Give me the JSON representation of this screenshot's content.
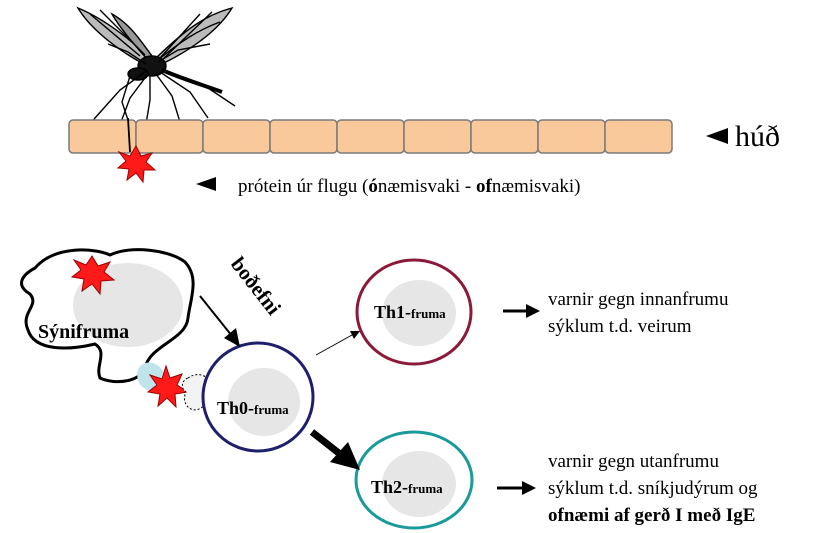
{
  "labels": {
    "skin": "húð",
    "protein_prefix": "prótein úr flugu (",
    "protein_bold1": "ó",
    "protein_mid1": "næmisvaki - ",
    "protein_bold2": "of",
    "protein_mid2": "næmisvaki)",
    "signal": "boðefni",
    "apc": "Sýnifruma",
    "th0_main": "Th0-",
    "th0_sub": "fruma",
    "th1_main": "Th1-",
    "th1_sub": "fruma",
    "th2_main": "Th2-",
    "th2_sub": "fruma"
  },
  "descriptions": {
    "th1_line1": "varnir gegn innanfrumu",
    "th1_line2": "sýklum t.d. veirum",
    "th2_line1": "varnir gegn utanfrumu",
    "th2_line2": "sýklum t.d. sníkjudýrum og",
    "th2_line3": "ofnæmi af gerð I með IgE"
  },
  "colors": {
    "skin_fill": "#f9c99b",
    "skin_stroke": "#7a7a7a",
    "allergen": "#ff0000",
    "nucleus": "#e6e6e6",
    "th0_ring": "#1f1f6b",
    "th1_ring": "#8b1a3a",
    "th2_ring": "#1a9a9a",
    "receptor": "#bfe4ea"
  },
  "icons": [
    "mosquito-icon",
    "allergen-burst-icon",
    "pointer-triangle-icon",
    "arrow-icon"
  ]
}
